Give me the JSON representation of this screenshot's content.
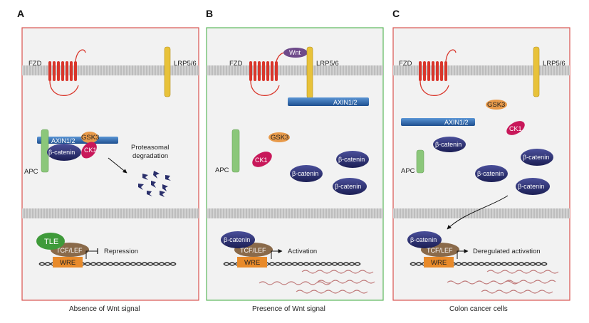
{
  "panels": [
    {
      "letter": "A",
      "caption": "Absence of Wnt signal",
      "border_color": "#d9534f",
      "receptor_fzd": "FZD",
      "receptor_lrp": "LRP5/6",
      "axin": "AXIN1/2",
      "gsk3": "GSK3",
      "ck1": "CK1",
      "apc": "APC",
      "beta_catenin": "β-catenin",
      "degradation_line1": "Proteasomal",
      "degradation_line2": "degradation",
      "tle": "TLE",
      "tcf_lef": "TCF/LEF",
      "wre": "WRE",
      "outcome": "Repression"
    },
    {
      "letter": "B",
      "caption": "Presence of Wnt signal",
      "border_color": "#5cb85c",
      "receptor_fzd": "FZD",
      "receptor_lrp": "LRP5/6",
      "wnt": "Wnt",
      "axin": "AXIN1/2",
      "gsk3": "GSK3",
      "ck1": "CK1",
      "apc": "APC",
      "beta_catenin": "β-catenin",
      "tcf_lef": "TCF/LEF",
      "wre": "WRE",
      "outcome": "Activation"
    },
    {
      "letter": "C",
      "caption": "Colon cancer cells",
      "border_color": "#d9534f",
      "receptor_fzd": "FZD",
      "receptor_lrp": "LRP5/6",
      "axin": "AXIN1/2",
      "gsk3": "GSK3",
      "ck1": "CK1",
      "apc": "APC",
      "beta_catenin": "β-catenin",
      "tcf_lef": "TCF/LEF",
      "wre": "WRE",
      "outcome": "Deregulated activation"
    }
  ],
  "colors": {
    "membrane": "#c8c8c8",
    "fzd": "#d9362b",
    "lrp": "#e8c23a",
    "axin": "#2f6db5",
    "gsk3": "#e89a4a",
    "ck1": "#c8185a",
    "apc": "#8bc77a",
    "beta_catenin": "#262a6b",
    "tle": "#3f9a3a",
    "tcf_lef": "#8a6a4a",
    "wre": "#e88a2a",
    "wnt": "#6e4a8a",
    "mrna": "#c07a7a"
  }
}
